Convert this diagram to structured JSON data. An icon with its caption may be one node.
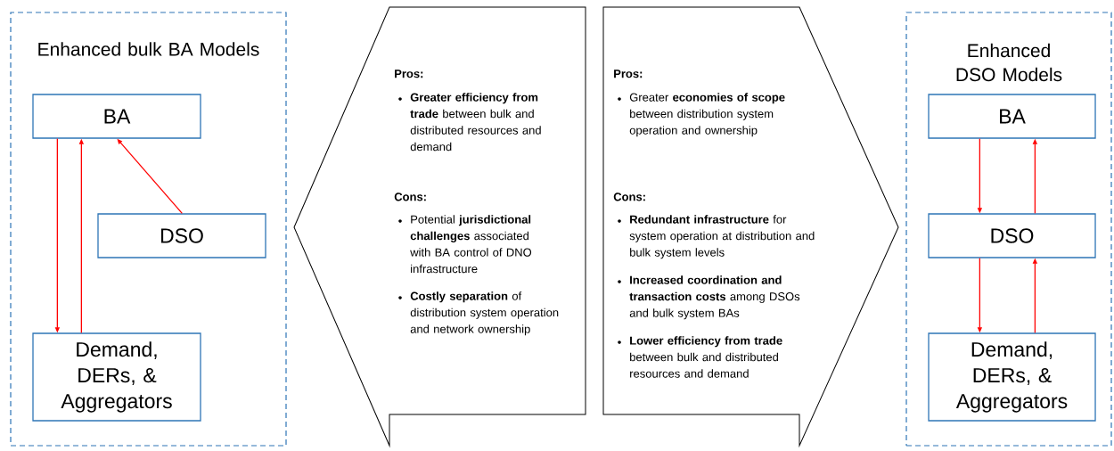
{
  "diagram": {
    "nodes": [
      {
        "text": [
          "Enhanced bulk BA Models"
        ]
      },
      {
        "text": [
          "BA"
        ],
        "in": 0
      },
      {
        "text": [
          "DSO"
        ],
        "in": 0
      },
      {
        "text": [
          "Demand, DERs, & Aggregators"
        ],
        "in": 0
      },
      {
        "text": [
          "Pros:",
          "**Greater efficiency from trade** between bulk and distributed resources and demand",
          "Cons:",
          "Potential **jurisdictional challenges** associated with BA control of DNO infrastructure",
          "**Costly separation** of distribution system operation and network ownership"
        ]
      },
      {
        "text": [
          "Pros:",
          "Greater **economies of scope** between distribution system operation and ownership",
          "Cons:",
          "**Redundant infrastructure** for system operation at distribution and bulk system levels",
          "**Increased coordination and transaction costs** among DSOs and bulk system BAs",
          "**Lower efficiency from trade** between bulk and distributed resources and demand"
        ]
      },
      {
        "text": [
          "Enhanced DSO Models"
        ]
      },
      {
        "text": [
          "BA"
        ],
        "in": 6
      },
      {
        "text": [
          "DSO"
        ],
        "in": 6
      },
      {
        "text": [
          "Demand, DERs, & Aggregators"
        ],
        "in": 6
      }
    ],
    "edges": [
      {
        "from": 1,
        "to": 3,
        "arrow": "to"
      },
      {
        "from": 3,
        "to": 1,
        "arrow": "to"
      },
      {
        "from": 2,
        "to": 1,
        "arrow": "to"
      },
      {
        "from": 7,
        "to": 8,
        "arrow": "to"
      },
      {
        "from": 8,
        "to": 7,
        "arrow": "to"
      },
      {
        "from": 8,
        "to": 9,
        "arrow": "to"
      },
      {
        "from": 9,
        "to": 8,
        "arrow": "to"
      }
    ]
  }
}
